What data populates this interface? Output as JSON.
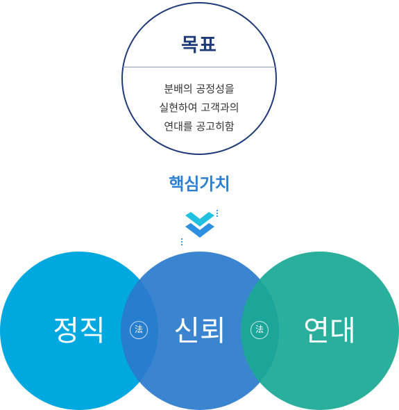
{
  "goal": {
    "title": "목표",
    "lines": [
      "분배의 공정성을",
      "실현하여 고객과의",
      "연대를 공고히함"
    ]
  },
  "core_values": {
    "title": "핵심가치",
    "items": [
      {
        "label": "정직",
        "color": "#00a8e0"
      },
      {
        "label": "신뢰",
        "color": "#2a7bcc"
      },
      {
        "label": "연대",
        "color": "#1aa996"
      }
    ],
    "connector_label": "法"
  },
  "colors": {
    "navy": "#1f3a78",
    "accent_blue": "#2c7fd1",
    "chevron_cyan": "#1fc0e0",
    "chevron_blue": "#2e8fe0"
  }
}
